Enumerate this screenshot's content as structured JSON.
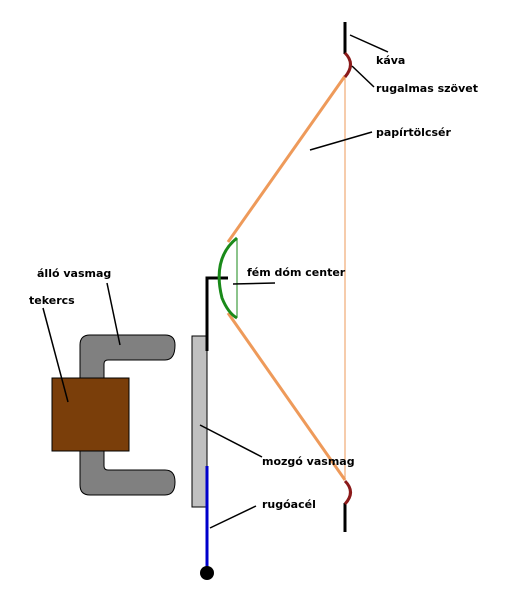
{
  "labels": {
    "kava": "káva",
    "rugalmas_szovet": "rugalmas szövet",
    "papirtolcser": "papírtölcsér",
    "fem_dom_center": "fém dóm center",
    "allo_vasmag": "álló vasmag",
    "tekercs": "tekercs",
    "mozgo_vasmag": "mozgó vasmag",
    "rugoacel": "rugóacél"
  },
  "colors": {
    "paper_cone": "#ee9a5a",
    "dome": "#1a8a1a",
    "surround": "#8b1a1a",
    "fixed_core": "#808080",
    "coil": "#7a3e0a",
    "moving_core": "#c0c0c0",
    "spring_steel": "#0000cc",
    "frame": "#000000"
  }
}
